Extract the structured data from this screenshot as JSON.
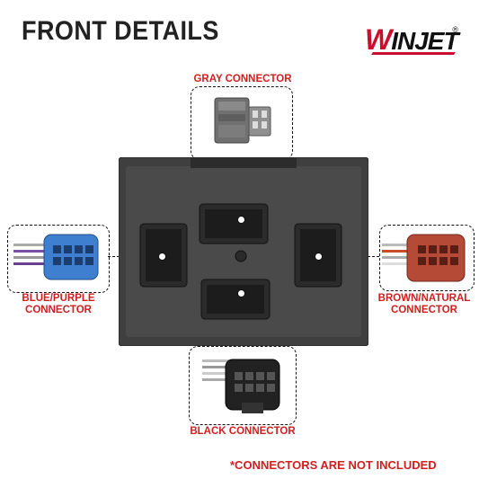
{
  "title": "FRONT DETAILS",
  "brand": {
    "name": "WINJET",
    "mark": "®",
    "accent": "#c8102e"
  },
  "connectors": {
    "gray": {
      "label": "GRAY CONNECTOR",
      "color": "#6e6e6e"
    },
    "blue": {
      "label_line1": "BLUE/PURPLE",
      "label_line2": "CONNECTOR",
      "color": "#3f7fcf"
    },
    "brown": {
      "label_line1": "BROWN/NATURAL",
      "label_line2": "CONNECTOR",
      "color": "#b54a37"
    },
    "black": {
      "label": "BLACK CONNECTOR",
      "color": "#222222"
    }
  },
  "footnote": "*CONNECTORS ARE NOT INCLUDED",
  "label_color": "#d21e1e"
}
